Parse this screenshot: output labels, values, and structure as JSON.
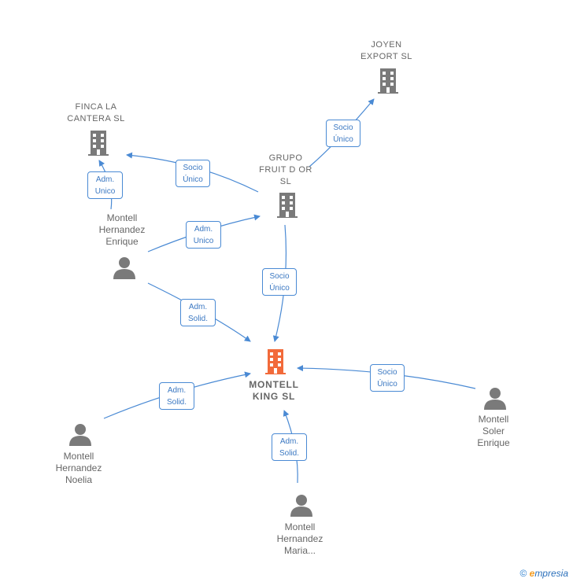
{
  "nodes": {
    "joyen": {
      "label": "JOYEN\nEXPORT SL",
      "type": "company"
    },
    "finca": {
      "label": "FINCA LA\nCANTERA  SL",
      "type": "company"
    },
    "grupo": {
      "label": "GRUPO\nFRUIT D OR\nSL",
      "type": "company"
    },
    "montell_king": {
      "label": "MONTELL\nKING  SL",
      "type": "company-focus"
    },
    "hernandez_enrique": {
      "label": "Montell\nHernandez\nEnrique",
      "type": "person"
    },
    "hernandez_noelia": {
      "label": "Montell\nHernandez\nNoelia",
      "type": "person"
    },
    "soler_enrique": {
      "label": "Montell\nSoler\nEnrique",
      "type": "person"
    },
    "hernandez_maria": {
      "label": "Montell\nHernandez\nMaria...",
      "type": "person"
    }
  },
  "edges": {
    "grupo_joyen": "Socio\nÚnico",
    "grupo_finca": "Socio\nÚnico",
    "enrique_finca": "Adm.\nUnico",
    "enrique_grupo": "Adm.\nUnico",
    "grupo_king": "Socio\nÚnico",
    "enrique_king": "Adm.\nSolid.",
    "noelia_king": "Adm.\nSolid.",
    "soler_king": "Socio\nÚnico",
    "maria_king": "Adm.\nSolid."
  },
  "colors": {
    "company": "#7a7a7a",
    "focus": "#f26a3a",
    "person": "#7a7a7a",
    "edge": "#4a8ad4"
  },
  "footer": {
    "copyright": "©",
    "brand_initial": "e",
    "brand_rest": "mpresia"
  }
}
